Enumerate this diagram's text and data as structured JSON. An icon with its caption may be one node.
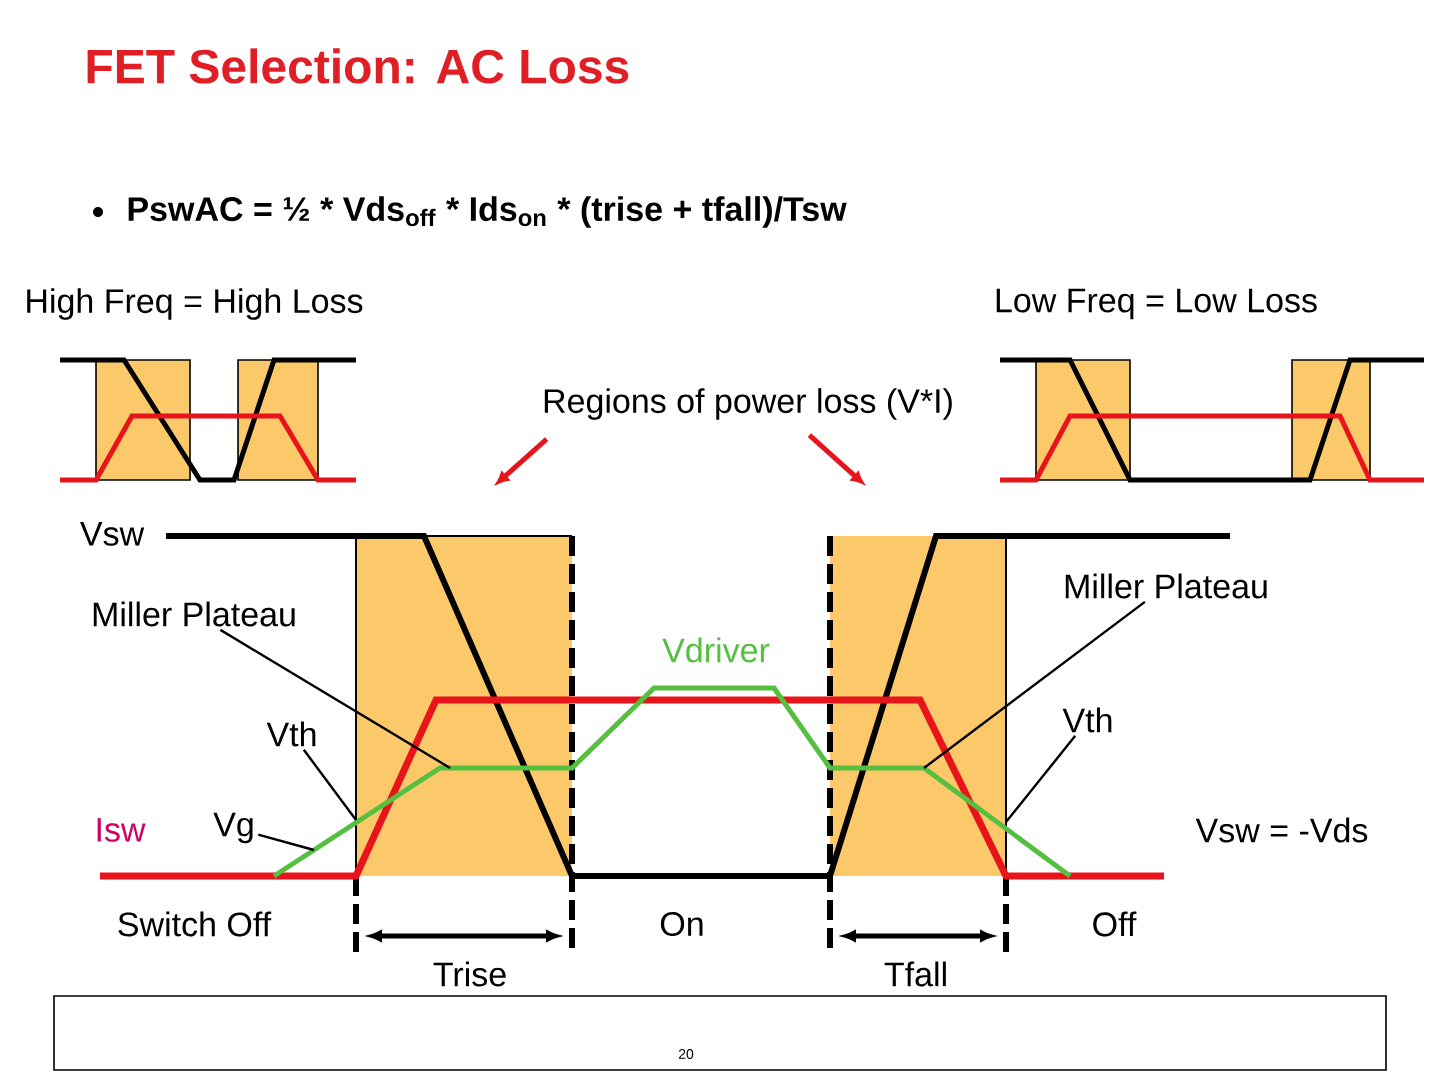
{
  "diagram": {
    "title": "FET Selection: AC Loss",
    "nodes": [
      {
        "text": [
          "Regions of power loss (V*I)"
        ]
      },
      {
        "text": [
          "Miller Plateau"
        ]
      },
      {
        "text": [
          "Vth"
        ]
      },
      {
        "text": [
          "Vg"
        ]
      },
      {
        "text": [
          "Miller Plateau"
        ]
      },
      {
        "text": [
          "Vth"
        ]
      }
    ],
    "edges": [
      {
        "from": 0,
        "to": null,
        "arrow": "to",
        "color": "#e8141b"
      },
      {
        "from": 0,
        "to": null,
        "arrow": "to",
        "color": "#e8141b"
      },
      {
        "from": 1,
        "to": null,
        "arrow": "none"
      },
      {
        "from": 2,
        "to": null,
        "arrow": "none"
      },
      {
        "from": 3,
        "to": null,
        "arrow": "none"
      },
      {
        "from": 4,
        "to": null,
        "arrow": "none"
      },
      {
        "from": 5,
        "to": null,
        "arrow": "none"
      }
    ],
    "labels": [
      "PswAC = ½ * Vds$_{off}$ * Ids$_{on}$ * (trise + tfall)/Tsw",
      "High Freq = High Loss",
      "Low Freq = Low Loss",
      "Vsw",
      "Vdriver",
      "Isw",
      "Vsw = -Vds",
      "Switch Off",
      "On",
      "Off",
      "Trise",
      "Tfall",
      "20"
    ]
  }
}
